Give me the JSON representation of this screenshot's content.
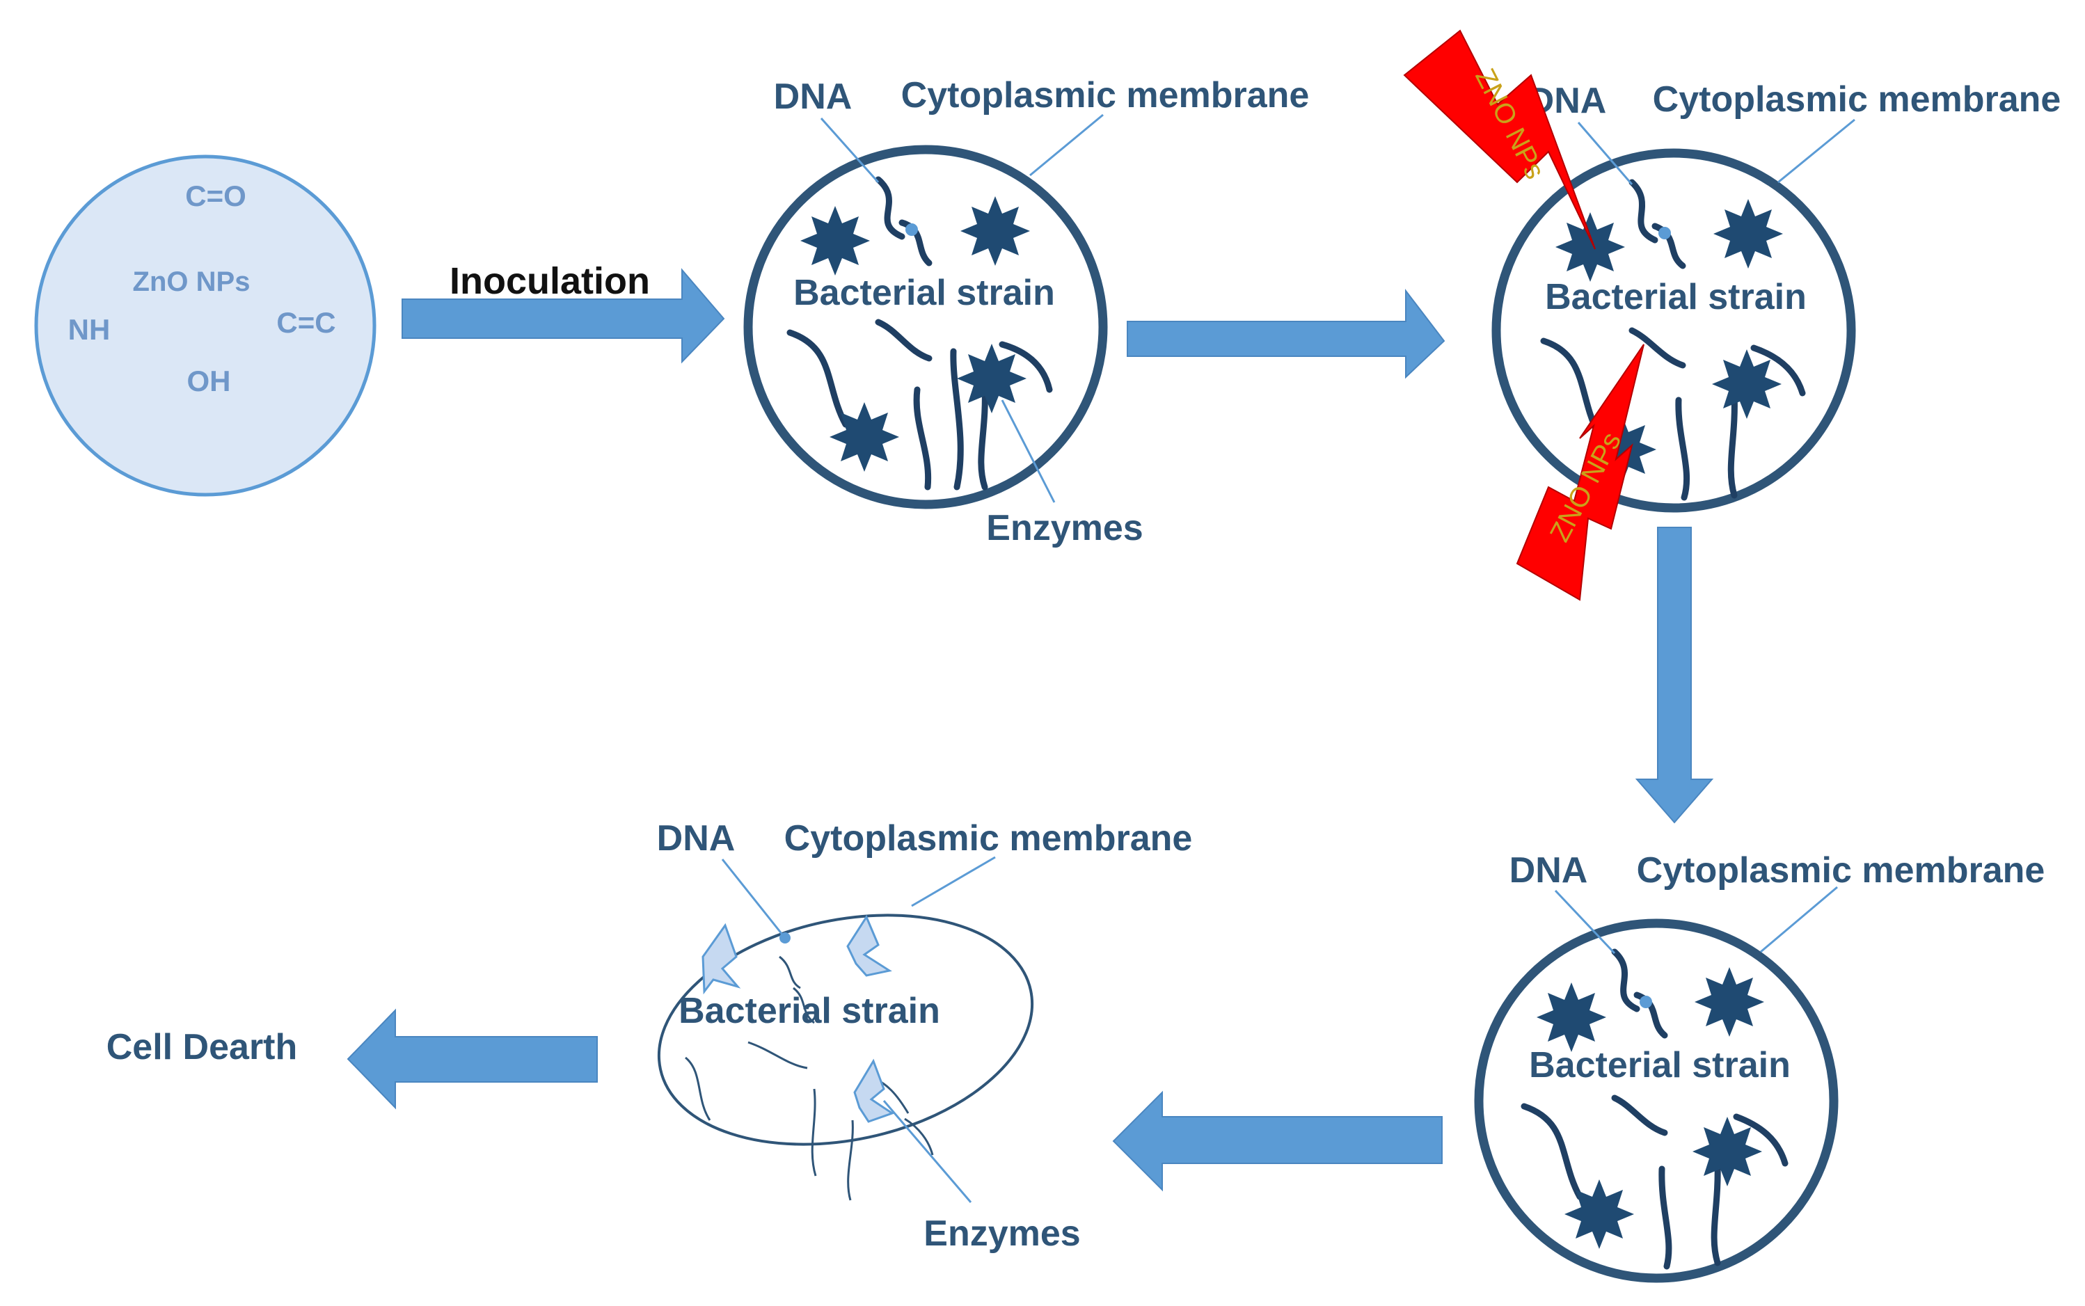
{
  "nanoparticle": {
    "label": "ZnO NPs",
    "groups": [
      "C=O",
      "NH",
      "C=C",
      "OH"
    ]
  },
  "arrow_label": "Inoculation",
  "cell_labels": {
    "dna": "DNA",
    "membrane": "Cytoplasmic membrane",
    "strain": "Bacterial strain",
    "enzymes": "Enzymes"
  },
  "attack_label": "ZNO NPs",
  "outcome": "Cell Dearth",
  "colors": {
    "cell_outline": "#2f5578",
    "dna_strand": "#1f3f63",
    "arrow_fill": "#5b9bd5",
    "nanoparticle_fill": "#dbe7f6",
    "attack_bolt": "#ff0000"
  }
}
